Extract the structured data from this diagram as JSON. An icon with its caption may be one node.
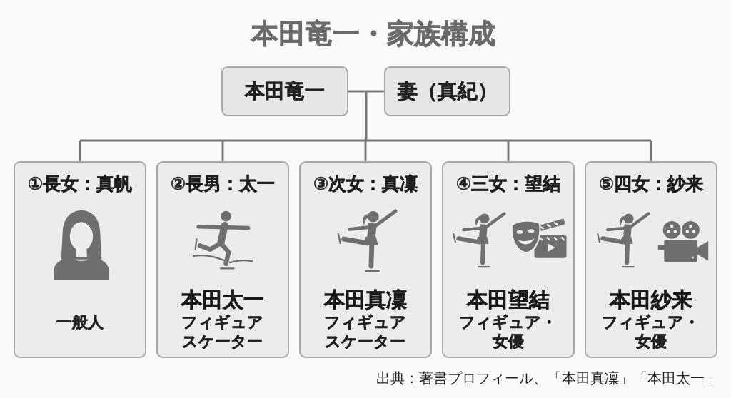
{
  "diagram": {
    "title": "本田竜一・家族構成",
    "caption": "出典：著書プロフィール、「本田真凜」「本田太一」",
    "nodes": [
      {
        "text": [
          "本田竜一"
        ]
      },
      {
        "text": [
          "妻（真紀）"
        ]
      },
      {
        "text": [
          "①長女：真帆",
          "一般人"
        ]
      },
      {
        "text": [
          "②長男：太一",
          "本田太一",
          "フィギュアスケーター"
        ]
      },
      {
        "text": [
          "③次女：真凜",
          "本田真凜",
          "フィギュアスケーター"
        ]
      },
      {
        "text": [
          "④三女：望結",
          "本田望結",
          "フィギュア・女優"
        ]
      },
      {
        "text": [
          "⑤四女：紗来",
          "本田紗来",
          "フィギュア・女優"
        ]
      }
    ],
    "edges": [
      {
        "from": 0,
        "to": 1,
        "arrow": "none"
      },
      {
        "from": 0,
        "to": 2,
        "arrow": "none"
      },
      {
        "from": 0,
        "to": 3,
        "arrow": "none"
      },
      {
        "from": 0,
        "to": 4,
        "arrow": "none"
      },
      {
        "from": 0,
        "to": 5,
        "arrow": "none"
      },
      {
        "from": 0,
        "to": 6,
        "arrow": "none"
      },
      {
        "from": 1,
        "to": 2,
        "arrow": "none"
      },
      {
        "from": 1,
        "to": 3,
        "arrow": "none"
      },
      {
        "from": 1,
        "to": 4,
        "arrow": "none"
      },
      {
        "from": 1,
        "to": 5,
        "arrow": "none"
      },
      {
        "from": 1,
        "to": 6,
        "arrow": "none"
      }
    ]
  }
}
